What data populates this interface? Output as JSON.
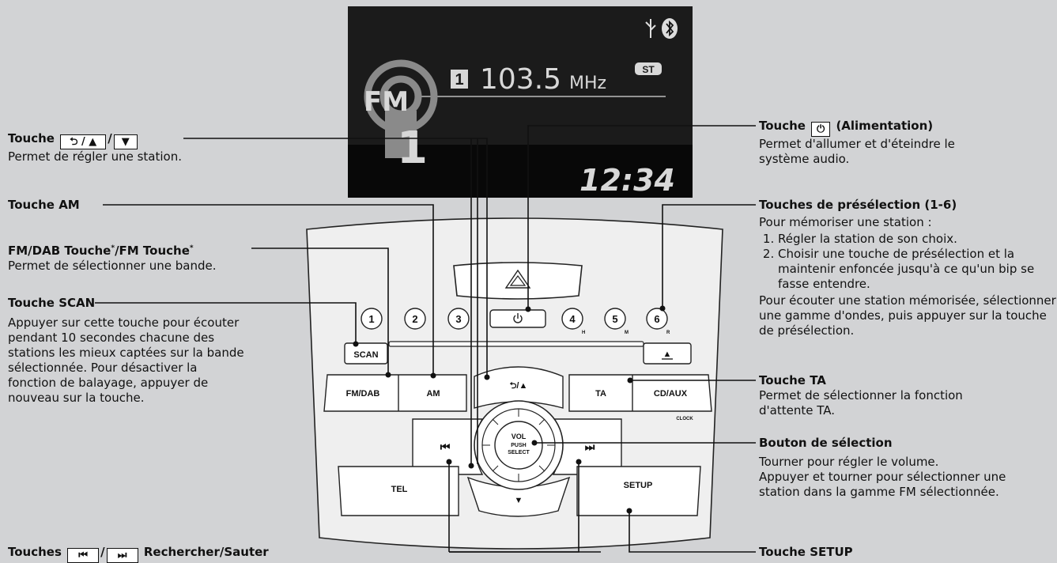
{
  "display": {
    "preset": "1",
    "frequency": "103.5",
    "unit": "MHz",
    "stereo": "ST",
    "band_logo": "FM",
    "band_num": "1",
    "clock": "12:34",
    "icons": [
      "usb-icon",
      "bluetooth-icon"
    ]
  },
  "panel": {
    "presets": [
      "1",
      "2",
      "3",
      "4",
      "5",
      "6"
    ],
    "preset_subs": {
      "4": "H",
      "5": "M",
      "6": "R"
    },
    "scan": "SCAN",
    "fmdab": "FM/DAB",
    "am": "AM",
    "ta": "TA",
    "cdaux": "CD/AUX",
    "clock": "CLOCK",
    "back_up": "⮌/▲",
    "down": "▼",
    "knob_l1": "VOL",
    "knob_l2": "PUSH",
    "knob_l3": "SELECT",
    "tel": "TEL",
    "setup": "SETUP",
    "eject": "▲",
    "prev": "⏮",
    "next": "⏭"
  },
  "labels": {
    "back_head_a": "Touche",
    "back_head_b": "/",
    "back_body": "Permet de régler une station.",
    "am_head": "Touche AM",
    "fm_head_a": "FM/DAB Touche",
    "fm_head_b": "/FM Touche",
    "star": "*",
    "fm_body": "Permet de sélectionner une bande.",
    "scan_head": "Touche SCAN",
    "scan_body": "Appuyer sur cette touche pour écouter pendant 10 secondes chacune des stations les mieux captées sur la bande sélectionnée. Pour désactiver la fonction de balayage, appuyer de nouveau sur la touche.",
    "seek_head_a": "Touches",
    "seek_head_b": "/",
    "seek_head_c": "Rechercher/Sauter",
    "power_head_a": "Touche",
    "power_head_b": "(Alimentation)",
    "power_body": "Permet d'allumer et d'éteindre le système audio.",
    "preset_head": "Touches de présélection (1-6)",
    "preset_intro": "Pour mémoriser une station :",
    "preset_steps": [
      "Régler la station de son choix.",
      "Choisir une touche de présélection et la maintenir enfoncée jusqu'à ce qu'un bip se fasse entendre."
    ],
    "preset_outro": "Pour écouter une station mémorisée, sélectionner une gamme d'ondes, puis appuyer sur la touche de présélection.",
    "ta_head": "Touche TA",
    "ta_body": "Permet de sélectionner la fonction d'attente TA.",
    "knob_head": "Bouton de sélection",
    "knob_body1": "Tourner pour régler le volume.",
    "knob_body2": "Appuyer et tourner pour sélectionner une station dans la gamme FM sélectionnée.",
    "setup_head": "Touche SETUP"
  }
}
